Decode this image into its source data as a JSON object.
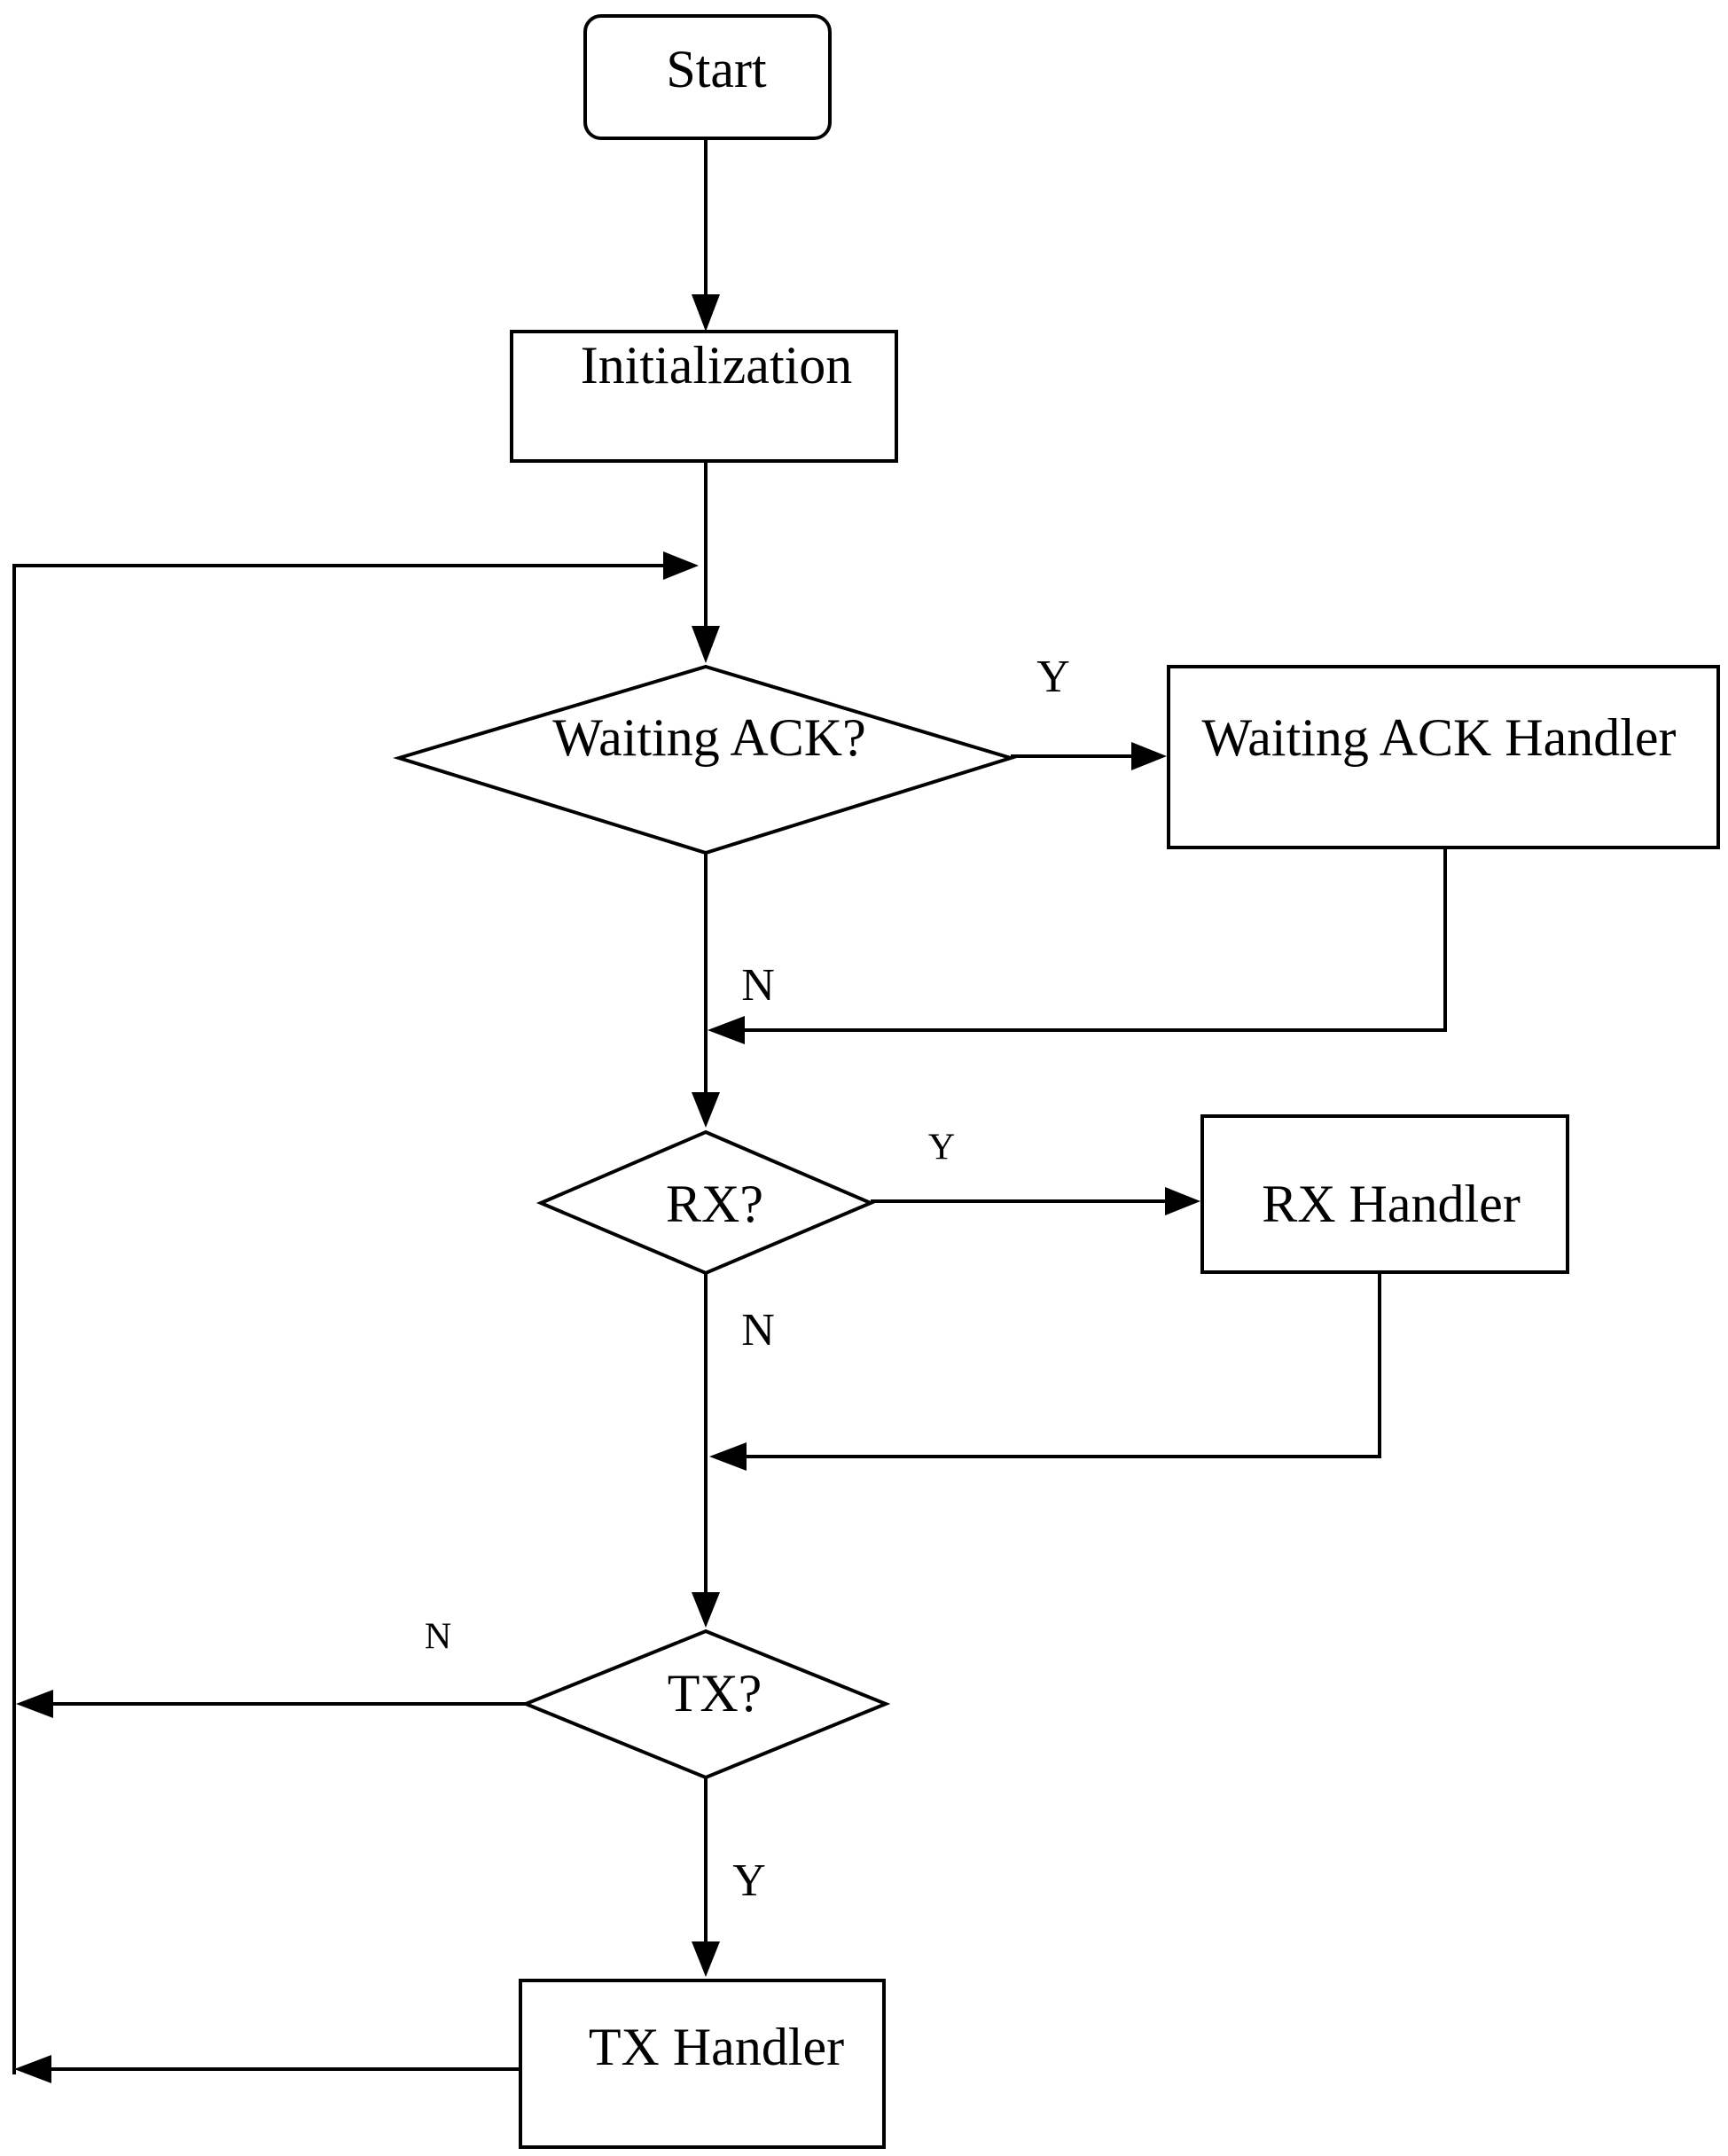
{
  "nodes": {
    "start": "Start",
    "init": "Initialization",
    "waiting_ack": "Waiting ACK?",
    "waiting_ack_handler": "Waiting ACK Handler",
    "rx": "RX?",
    "rx_handler": "RX Handler",
    "tx": "TX?",
    "tx_handler": "TX Handler"
  },
  "edges": {
    "waiting_ack_yes": "Y",
    "waiting_ack_no": "N",
    "rx_yes": "Y",
    "rx_no": "N",
    "tx_no": "N",
    "tx_yes": "Y"
  }
}
